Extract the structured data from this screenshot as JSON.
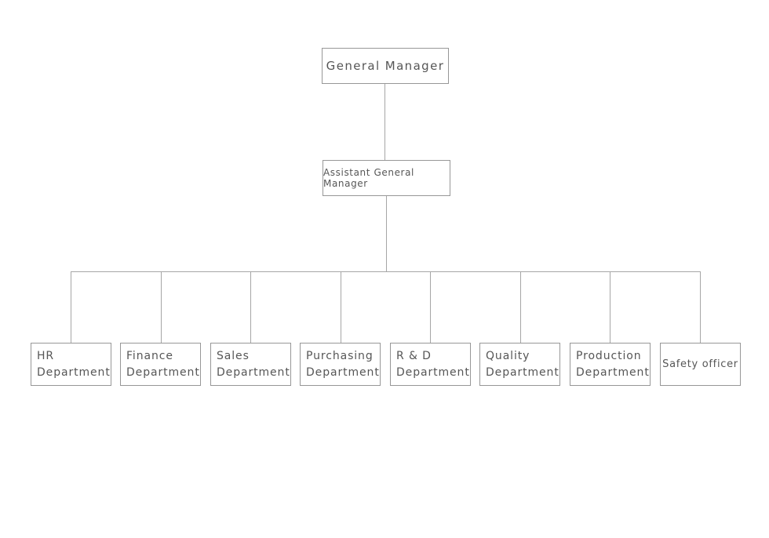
{
  "chart": {
    "type": "org-chart",
    "background": "#ffffff",
    "colors": {
      "box_border": "#979797",
      "box_fill": "#ffffff",
      "text": "#565656",
      "connector": "#a6a6a6"
    },
    "nodes": {
      "general_manager": {
        "label": "General Manager"
      },
      "assistant_general_manager": {
        "label": "Assistant General Manager"
      }
    },
    "departments": [
      {
        "lines": [
          "HR",
          "Department"
        ]
      },
      {
        "lines": [
          "Finance",
          "Department"
        ]
      },
      {
        "lines": [
          "Sales",
          "Department"
        ]
      },
      {
        "lines": [
          "Purchasing",
          "Department"
        ]
      },
      {
        "lines": [
          "R & D",
          "Department"
        ]
      },
      {
        "lines": [
          "Quality",
          "Department"
        ]
      },
      {
        "lines": [
          "Production",
          "Department"
        ]
      },
      {
        "lines": [
          "Safety officer"
        ]
      }
    ],
    "hierarchy": {
      "root": "General Manager",
      "root_reports": [
        "Assistant General Manager"
      ],
      "assistant_reports": [
        "HR Department",
        "Finance Department",
        "Sales Department",
        "Purchasing Department",
        "R & D Department",
        "Quality Department",
        "Production Department",
        "Safety officer"
      ]
    }
  }
}
